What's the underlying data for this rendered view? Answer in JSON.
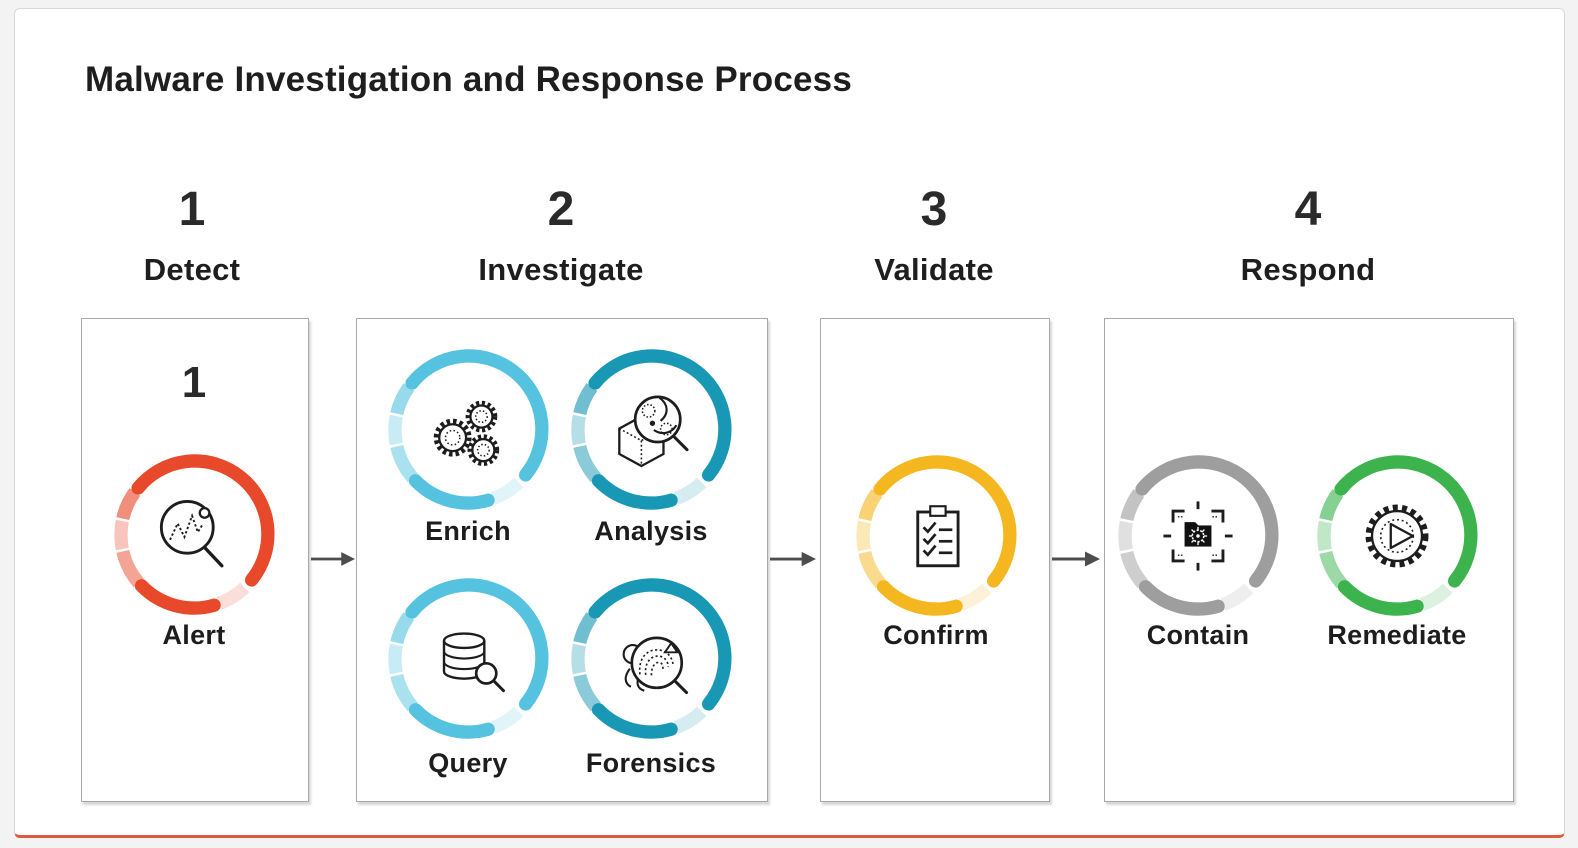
{
  "title": "Malware Investigation and Response Process",
  "accent_line_color": "#e15a40",
  "arrow_color": "#4d4d4d",
  "stages": [
    {
      "number": "1",
      "label": "Detect",
      "inner_number": "1",
      "items": [
        {
          "label": "Alert",
          "icon": "magnifier-signal-icon",
          "color": "#e8492b"
        }
      ]
    },
    {
      "number": "2",
      "label": "Investigate",
      "items": [
        {
          "label": "Enrich",
          "icon": "gears-icon",
          "color": "#55c3df"
        },
        {
          "label": "Analysis",
          "icon": "cube-magnifier-icon",
          "color": "#1898b4"
        },
        {
          "label": "Query",
          "icon": "database-magnifier-icon",
          "color": "#55c3df"
        },
        {
          "label": "Forensics",
          "icon": "bug-magnifier-icon",
          "color": "#1898b4"
        }
      ]
    },
    {
      "number": "3",
      "label": "Validate",
      "items": [
        {
          "label": "Confirm",
          "icon": "clipboard-checklist-icon",
          "color": "#f4b71f"
        }
      ]
    },
    {
      "number": "4",
      "label": "Respond",
      "items": [
        {
          "label": "Contain",
          "icon": "malware-crosshair-icon",
          "color": "#9e9e9e"
        },
        {
          "label": "Remediate",
          "icon": "gear-play-icon",
          "color": "#3cb34d"
        }
      ]
    }
  ]
}
